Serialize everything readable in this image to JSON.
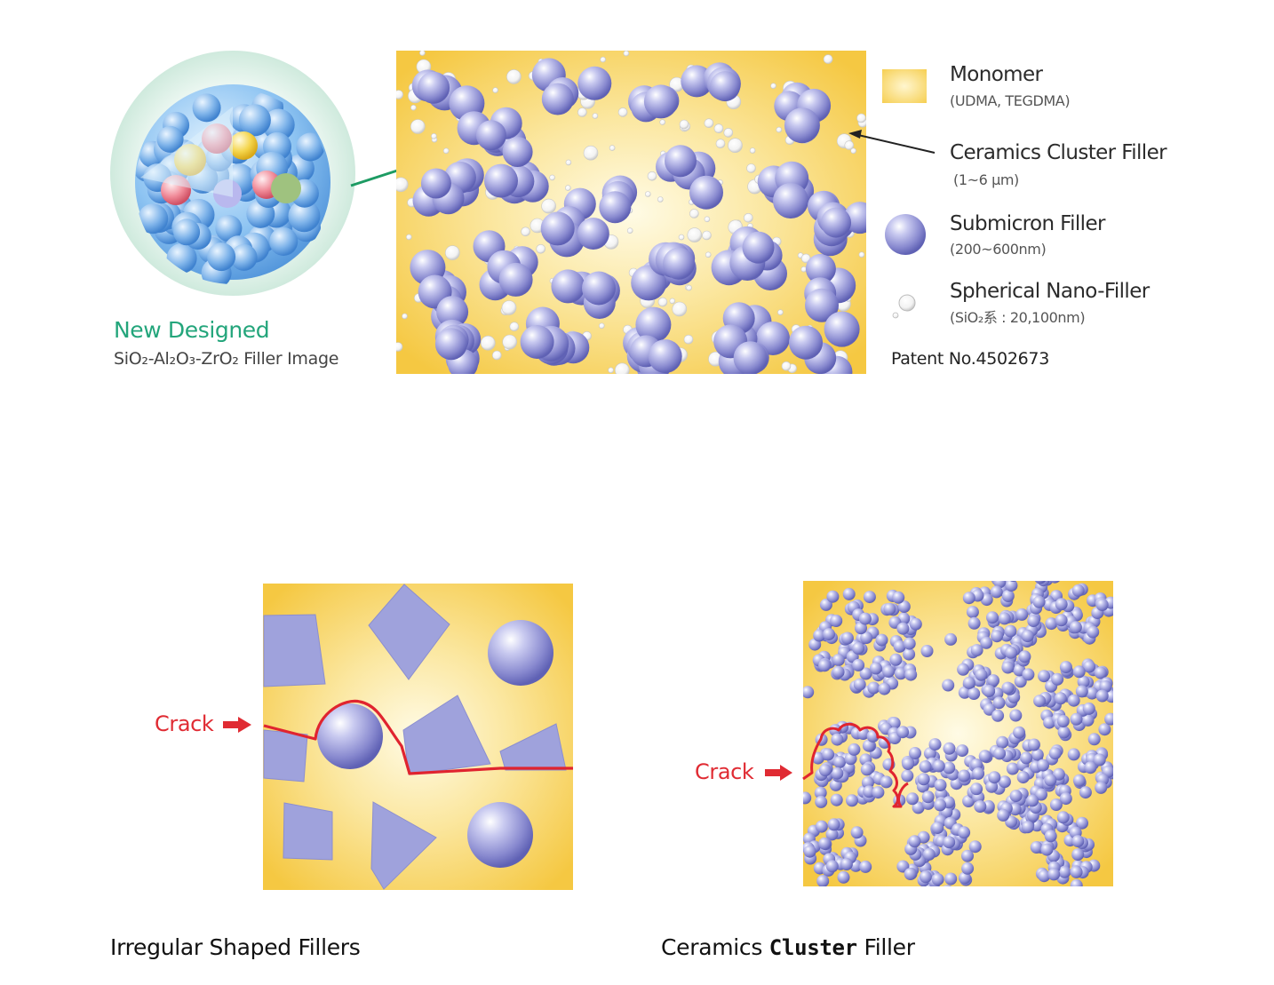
{
  "legend": {
    "monomer": {
      "label": "Monomer",
      "sub": "(UDMA, TEGDMA)"
    },
    "cluster": {
      "label": "Ceramics Cluster Filler",
      "sub": "(1~6 μm)"
    },
    "submicron": {
      "label": "Submicron Filler",
      "sub": "(200~600nm)"
    },
    "nano": {
      "label": "Spherical Nano-Filler",
      "sub": "(SiO₂系 : 20,100nm)"
    }
  },
  "left_block": {
    "title": "New Designed",
    "subtitle": "SiO₂-Al₂O₃-ZrO₂ Filler Image"
  },
  "patent": "Patent No.4502673",
  "bottom": {
    "left": {
      "crack_label": "Crack",
      "caption": "Irregular Shaped Fillers"
    },
    "right": {
      "crack_label": "Crack",
      "caption_start": "Ceramics",
      "caption_mid": "Cluster",
      "caption_end": "Filler"
    }
  },
  "colors": {
    "monomer_yellow": "#f6cf52",
    "filler_blue": "#8e8fd4",
    "crack_red": "#e02b33",
    "accent_green": "#23a57b"
  }
}
